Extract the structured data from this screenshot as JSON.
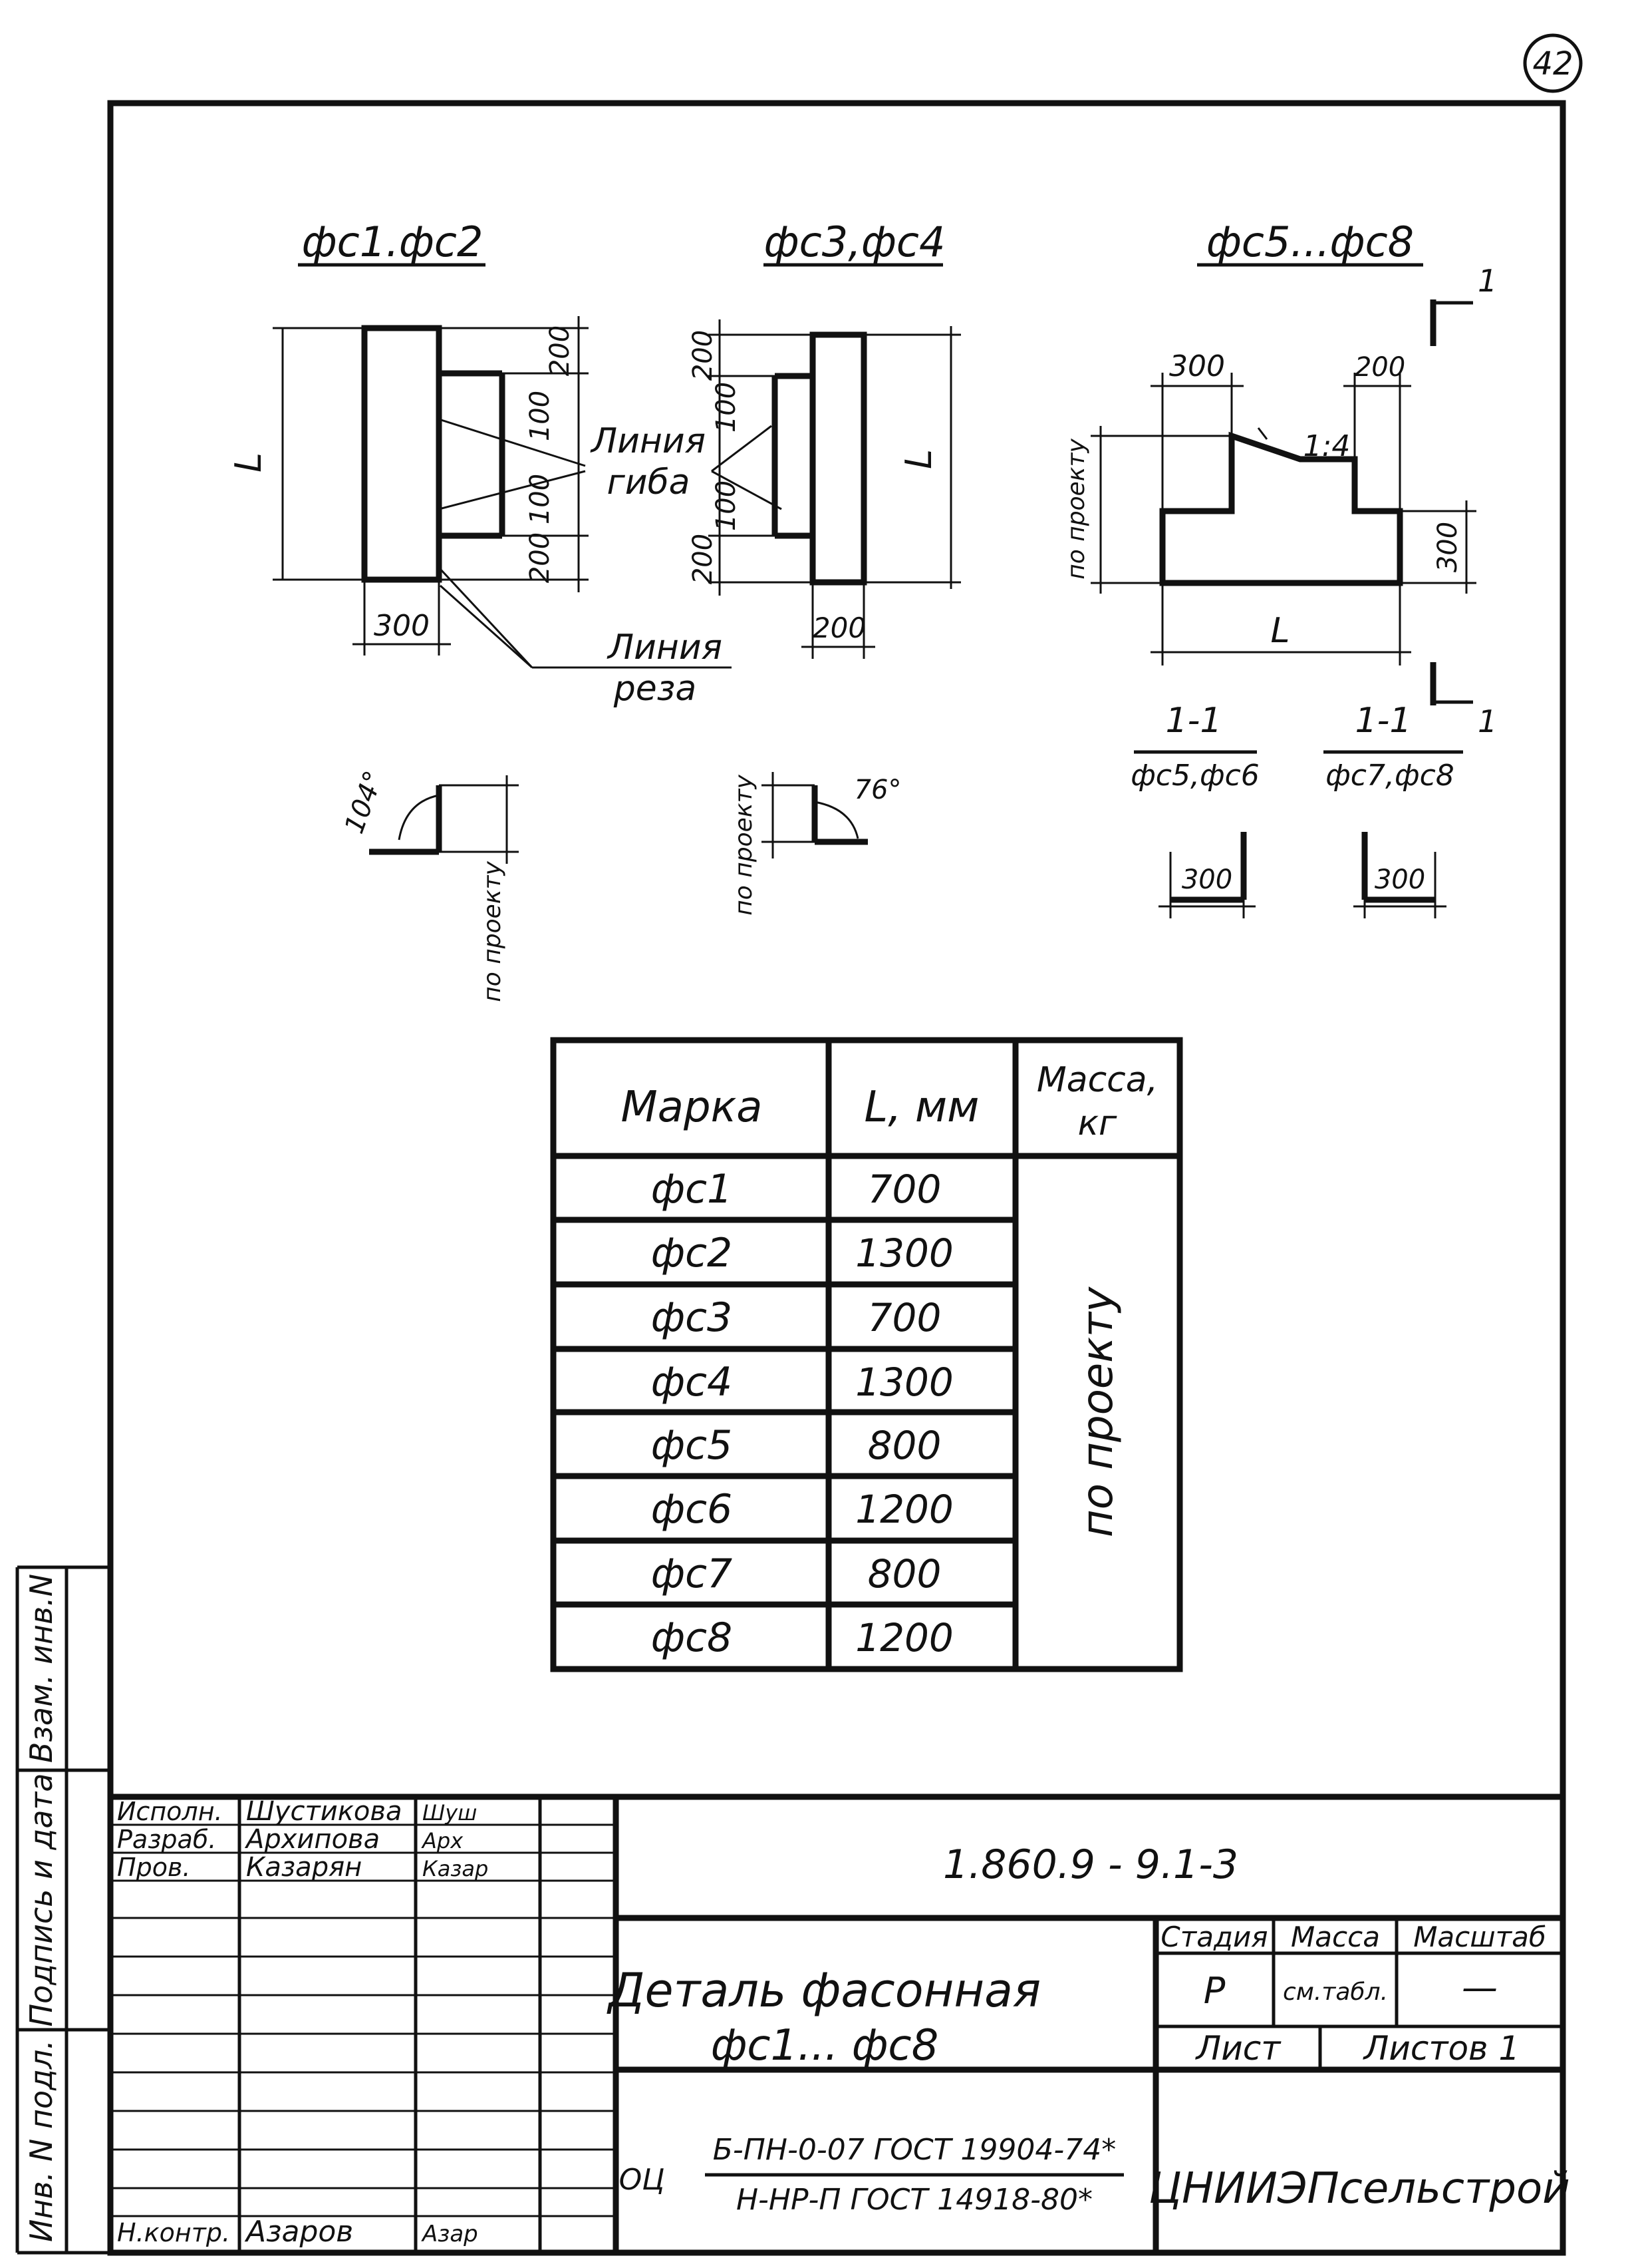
{
  "sheet_number": "42",
  "drawing": {
    "group1_title": "фс1.фс2",
    "group2_title": "фс3,фс4",
    "group3_title": "фс5...фс8",
    "dim_L": "L",
    "dim_300": "300",
    "dim_200": "200",
    "dim_100": "100",
    "slope": "1:4",
    "bend_line_1": "Линия",
    "bend_line_2": "гиба",
    "cut_line_1": "Линия",
    "cut_line_2": "реза",
    "by_project": "по проекту",
    "angle_104": "104°",
    "angle_76": "76°",
    "section_mark": "1",
    "section_label": "1-1",
    "section_1_marks": "фс5,фс6",
    "section_2_marks": "фс7,фс8"
  },
  "table": {
    "col_mark": "Марка",
    "col_length": "L, мм",
    "col_mass_1": "Масса,",
    "col_mass_2": "кг",
    "mass_note": "по проекту",
    "rows": [
      {
        "mark": "фс1",
        "length": "700"
      },
      {
        "mark": "фс2",
        "length": "1300"
      },
      {
        "mark": "фс3",
        "length": "700"
      },
      {
        "mark": "фс4",
        "length": "1300"
      },
      {
        "mark": "фс5",
        "length": "800"
      },
      {
        "mark": "фс6",
        "length": "1200"
      },
      {
        "mark": "фс7",
        "length": "800"
      },
      {
        "mark": "фс8",
        "length": "1200"
      }
    ]
  },
  "side_stamp": {
    "inv_orig": "Инв. N подл.",
    "sign_date": "Подпись и дата",
    "replace_inv": "Взам. инв.N"
  },
  "title_block": {
    "designation": "1.860.9 - 9.1-3",
    "title_1": "Деталь фасонная",
    "title_2": "фс1... фс8",
    "stage_label": "Стадия",
    "mass_label": "Масса",
    "scale_label": "Масштаб",
    "stage_value": "Р",
    "mass_value": "см.табл.",
    "scale_value": "—",
    "sheet_label": "Лист",
    "sheets_label": "Листов 1",
    "material_prefix": "ОЦ",
    "material_1": "Б-ПН-0-07 ГОСТ 19904-74*",
    "material_2": "Н-НР-П ГОСТ 14918-80*",
    "organization": "ЦНИИЭПсельстрой",
    "people": [
      {
        "role": "Исполн.",
        "name": "Шустикова",
        "sign": "Шуш"
      },
      {
        "role": "Разраб.",
        "name": "Архипова",
        "sign": "Арх"
      },
      {
        "role": "Пров.",
        "name": "Казарян",
        "sign": "Казар"
      }
    ],
    "norm_control_role": "Н.контр.",
    "norm_control_name": "Азаров",
    "norm_control_sign": "Азар"
  }
}
